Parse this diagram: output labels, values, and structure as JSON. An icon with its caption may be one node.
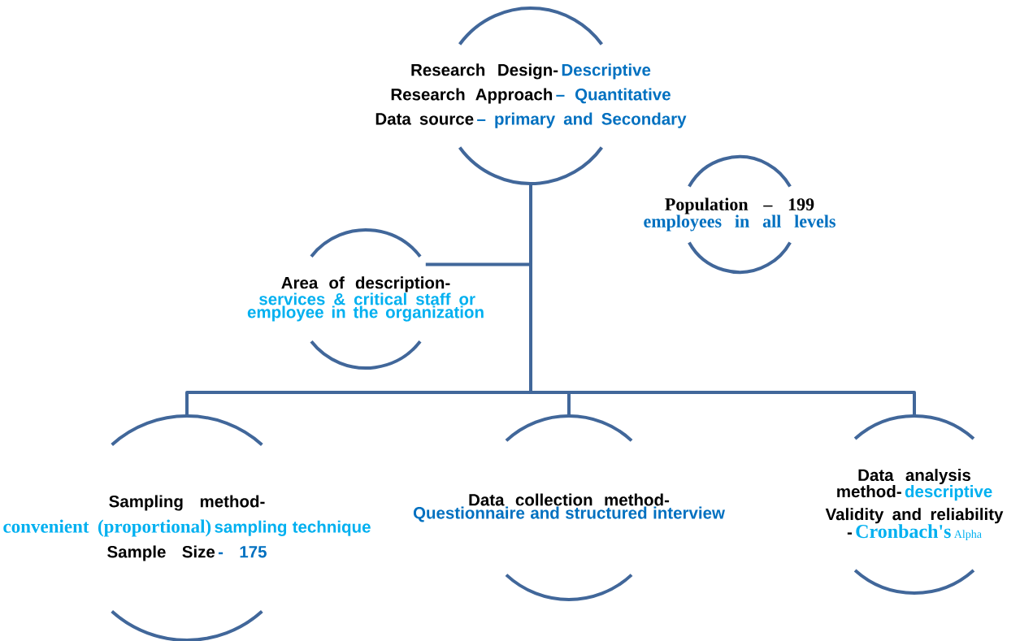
{
  "diagram": {
    "nodes": [
      {
        "text": [
          "Research Design-",
          "Descriptive",
          "Research Approach",
          "– Quantitative",
          "Data source",
          "– primary and Secondary"
        ]
      },
      {
        "text": [
          "Area of description-",
          "services & critical staff or employee in the organization"
        ]
      },
      {
        "text": [
          "Population – 199",
          "employees in all levels"
        ]
      },
      {
        "text": [
          "Sampling method-",
          "convenient (proportional)",
          "sampling technique",
          "Sample Size",
          "- 175"
        ]
      },
      {
        "text": [
          "Data collection method-",
          "Questionnaire and structured interview"
        ]
      },
      {
        "text": [
          "Data analysis method-",
          "descriptive",
          "Validity and reliability -",
          "Cronbach's",
          "Alpha"
        ]
      }
    ],
    "edges": [
      {
        "from": 0,
        "to": 1,
        "arrow": "none"
      },
      {
        "from": 0,
        "to": 3,
        "arrow": "none"
      },
      {
        "from": 0,
        "to": 4,
        "arrow": "none"
      },
      {
        "from": 0,
        "to": 5,
        "arrow": "none"
      }
    ]
  }
}
